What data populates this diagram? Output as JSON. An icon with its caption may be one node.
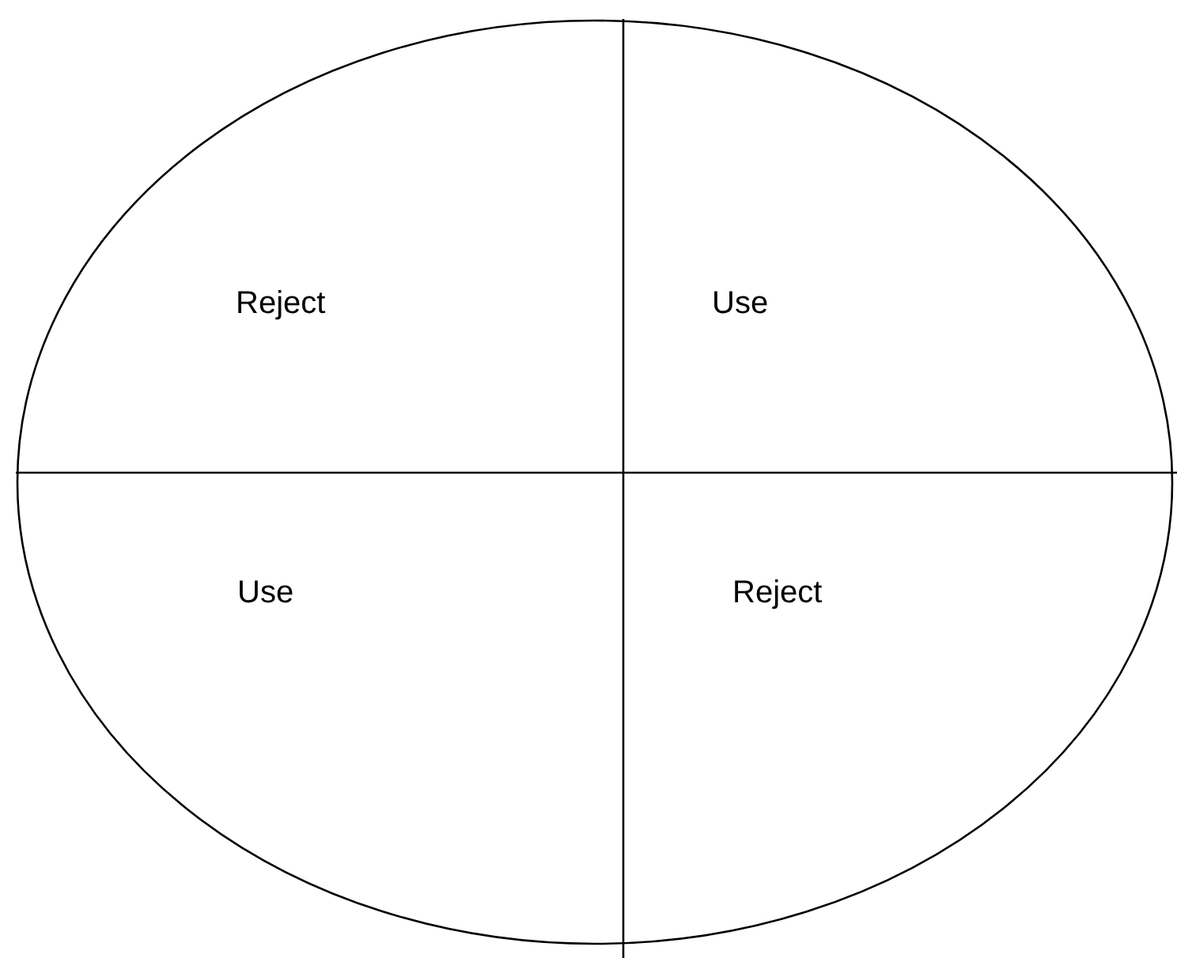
{
  "diagram": {
    "nodes": [
      {
        "text": [
          "Reject",
          "Use",
          "Use",
          "Reject"
        ]
      }
    ]
  }
}
